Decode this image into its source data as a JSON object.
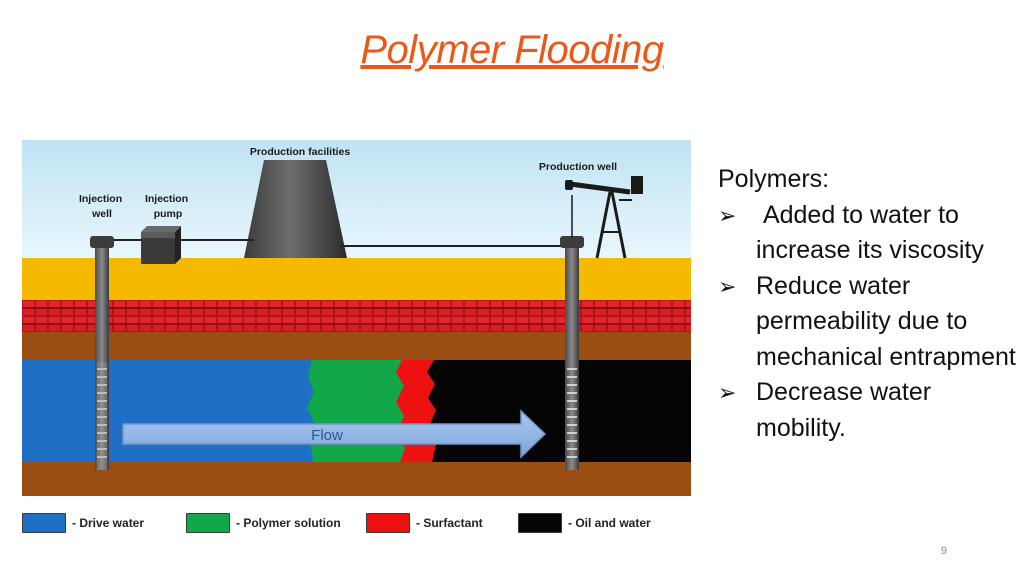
{
  "slide": {
    "title": "Polymer Flooding",
    "page_number": "9"
  },
  "diagram": {
    "labels": {
      "injection_well": [
        "Injection",
        "well"
      ],
      "injection_pump": [
        "Injection",
        "pump"
      ],
      "production_facilities": "Production facilities",
      "production_well": "Production well",
      "flow": "Flow"
    }
  },
  "legend": [
    {
      "text": "- Drive water",
      "color": "#1f6fc4"
    },
    {
      "text": "- Polymer solution",
      "color": "#12a84a"
    },
    {
      "text": "- Surfactant",
      "color": "#ee1111"
    },
    {
      "text": "- Oil and water",
      "color": "#050505"
    }
  ],
  "bullets": {
    "heading": "Polymers:",
    "marker": "➢",
    "items": [
      " Added to water to increase its viscosity",
      "Reduce water permeability due to mechanical entrapment",
      "Decrease water mobility."
    ]
  }
}
